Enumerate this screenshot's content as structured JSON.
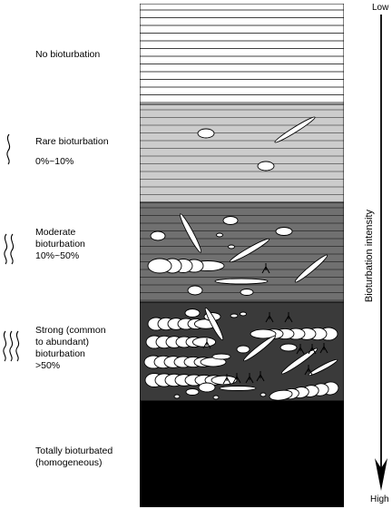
{
  "axis": {
    "low": "Low",
    "high": "High",
    "title": "Bioturbation intensity"
  },
  "zones": [
    {
      "label": "No bioturbation",
      "range": "",
      "symbol": "",
      "color": "#ffffff"
    },
    {
      "label": "Rare bioturbation",
      "range": "0%~10%",
      "symbol": "single-burrow-icon",
      "color": "#cccccc"
    },
    {
      "label": "Moderate\nbioturbation",
      "range": "10%~50%",
      "symbol": "double-burrow-icon",
      "color": "#707070"
    },
    {
      "label": "Strong (common\nto abundant)\nbioturbation",
      "range": ">50%",
      "symbol": "triple-burrow-icon",
      "color": "#3a3a3a"
    },
    {
      "label": "Totally bioturbated\n(homogeneous)",
      "range": "",
      "symbol": "",
      "color": "#000000"
    }
  ]
}
